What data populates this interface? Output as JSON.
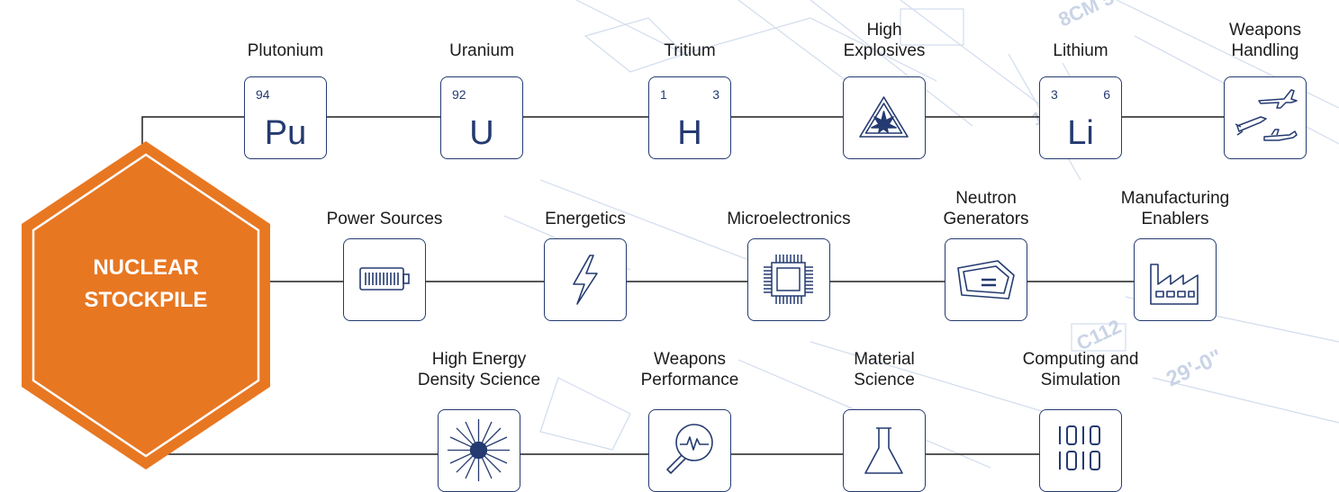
{
  "center": {
    "title": "NUCLEAR\nSTOCKPILE",
    "color": "#e87722"
  },
  "colors": {
    "stroke": "#243a70",
    "line": "#1e1e1e",
    "text": "#1b1b1b"
  },
  "rows": [
    {
      "items": [
        {
          "label": "Plutonium",
          "number": "94",
          "symbol": "Pu"
        },
        {
          "label": "Uranium",
          "number": "92",
          "symbol": "U"
        },
        {
          "label": "Tritium",
          "number": "1",
          "number2": "3",
          "symbol": "H"
        },
        {
          "label": "High\nExplosives",
          "icon": "explosive-warning-icon"
        },
        {
          "label": "Lithium",
          "number": "3",
          "number2": "6",
          "symbol": "Li"
        },
        {
          "label": "Weapons\nHandling",
          "icon": "aircraft-missile-icon"
        }
      ]
    },
    {
      "items": [
        {
          "label": "Power Sources",
          "icon": "battery-icon"
        },
        {
          "label": "Energetics",
          "icon": "lightning-bolt-icon"
        },
        {
          "label": "Microelectronics",
          "icon": "microchip-icon"
        },
        {
          "label": "Neutron\nGenerators",
          "icon": "neutron-generator-icon"
        },
        {
          "label": "Manufacturing\nEnablers",
          "icon": "factory-icon"
        }
      ]
    },
    {
      "items": [
        {
          "label": "High Energy\nDensity Science",
          "icon": "starburst-icon"
        },
        {
          "label": "Weapons\nPerformance",
          "icon": "magnifier-waveform-icon"
        },
        {
          "label": "Material\nScience",
          "icon": "flask-icon"
        },
        {
          "label": "Computing and\nSimulation",
          "icon": "binary-icon"
        }
      ]
    }
  ]
}
